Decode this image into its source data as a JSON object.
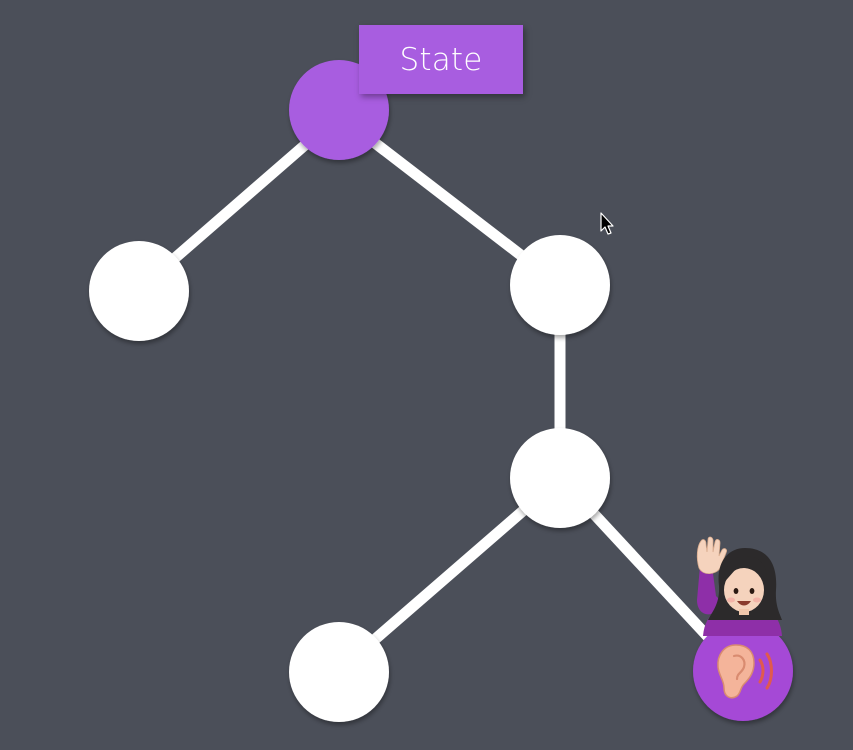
{
  "state_label": "State",
  "colors": {
    "background": "#4b4f59",
    "edge": "#ffffff",
    "node": "#ffffff",
    "state_node": "#a85de0",
    "listener_node": "#a548d6"
  },
  "icons": {
    "listener_node": "ear-with-sound-waves-icon",
    "person": "person-raising-hand-icon",
    "cursor": "mouse-pointer-icon"
  },
  "tree": {
    "nodes": [
      {
        "id": "root",
        "kind": "state"
      },
      {
        "id": "left-child",
        "kind": "plain"
      },
      {
        "id": "right-child",
        "kind": "plain"
      },
      {
        "id": "middle-node",
        "kind": "plain"
      },
      {
        "id": "bottom-left",
        "kind": "plain"
      },
      {
        "id": "bottom-right",
        "kind": "listener"
      }
    ],
    "edges": [
      [
        "root",
        "left-child"
      ],
      [
        "root",
        "right-child"
      ],
      [
        "right-child",
        "middle-node"
      ],
      [
        "middle-node",
        "bottom-left"
      ],
      [
        "middle-node",
        "bottom-right"
      ]
    ]
  }
}
